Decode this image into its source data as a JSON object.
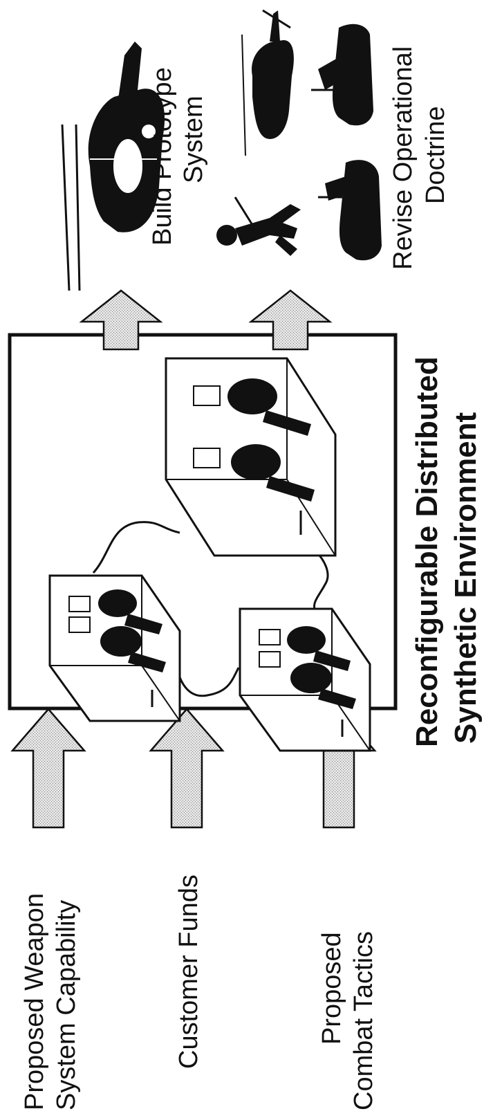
{
  "inputs": [
    {
      "line1": "Proposed Weapon",
      "line2": "System Capability"
    },
    {
      "line1": "",
      "line2": "Customer Funds"
    },
    {
      "line1": "Proposed",
      "line2": "Combat Tactics"
    }
  ],
  "center_title": {
    "line1": "Reconfigurable Distributed",
    "line2": "Synthetic Environment"
  },
  "outputs": [
    {
      "line1": "Build Prototype",
      "line2": "System"
    },
    {
      "line1": "Revise Operational",
      "line2": "Doctrine"
    }
  ],
  "icons": [
    "simulator-station-icon",
    "helicopter-icon",
    "soldier-icon",
    "tank-icon"
  ]
}
